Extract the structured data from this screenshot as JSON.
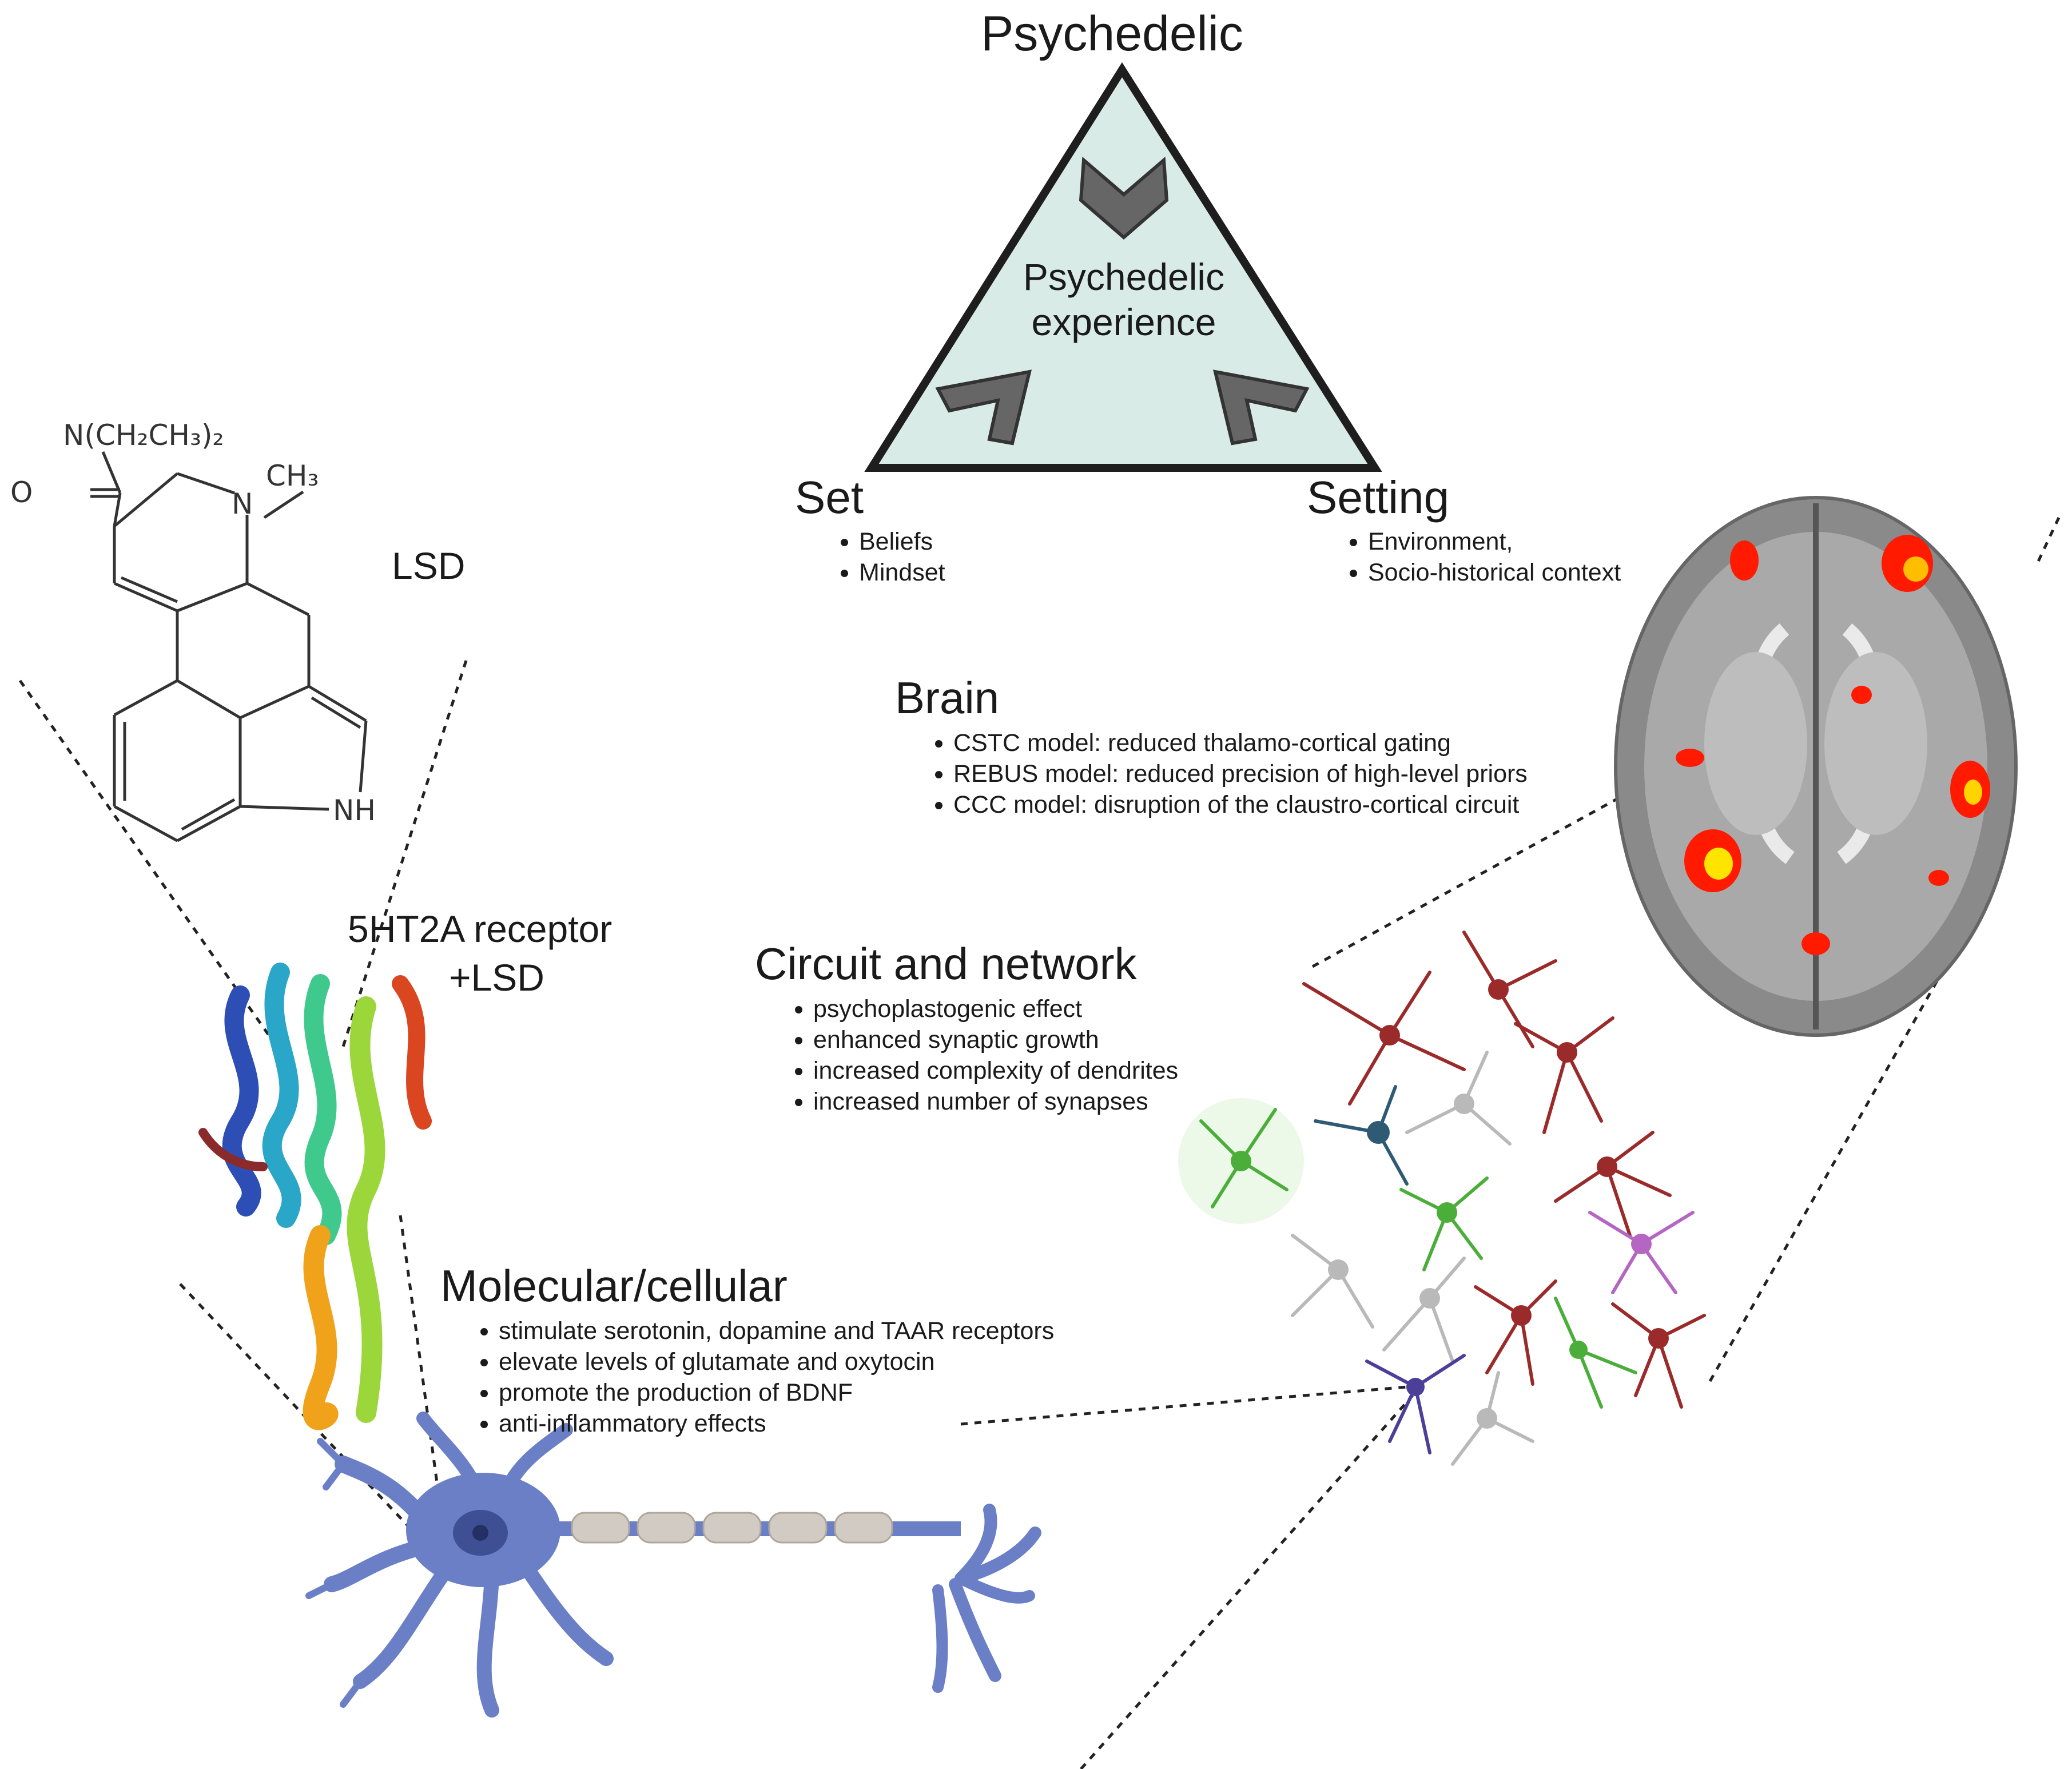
{
  "triangle": {
    "top_label": "Psychedelic",
    "center_line1": "Psychedelic",
    "center_line2": "experience",
    "fill": "#d8ebe6"
  },
  "set": {
    "title": "Set",
    "items": [
      "Beliefs",
      "Mindset"
    ]
  },
  "setting": {
    "title": "Setting",
    "items": [
      "Environment,",
      "Socio-historical context"
    ]
  },
  "brain": {
    "title": "Brain",
    "items": [
      "CSTC model: reduced thalamo-cortical gating",
      "REBUS model: reduced precision of high-level priors",
      "CCC model: disruption of the claustro-cortical circuit"
    ]
  },
  "circuit": {
    "title": "Circuit and network",
    "items": [
      "psychoplastogenic effect",
      "enhanced synaptic growth",
      "increased  complexity of dendrites",
      "increased number of synapses"
    ]
  },
  "molecular": {
    "title": "Molecular/cellular",
    "items": [
      "stimulate serotonin, dopamine and TAAR receptors",
      "elevate levels of glutamate and oxytocin",
      "promote the production of BDNF",
      "anti-inflammatory effects"
    ]
  },
  "lsd": {
    "label": "LSD",
    "amide_group": "N(CH₂CH₃)₂",
    "oxygen": "O",
    "n_methyl": "N",
    "methyl": "CH₃",
    "indole_nh": "NH"
  },
  "receptor": {
    "line1": "5HT2A receptor",
    "line2": "+LSD"
  },
  "colors": {
    "neuron_blue": "#6a7fc6",
    "axon_myelin": "#cfc8c0",
    "brain_gray": "#8f8f8f",
    "activation_red": "#ff1a00",
    "activation_yellow": "#ffe400",
    "neuron_red": "#9b2b2b",
    "neuron_green": "#4cae3a",
    "neuron_gray": "#b9b9b9",
    "neuron_teal": "#2f5a73",
    "neuron_purple": "#b466c2",
    "neuron_indigo": "#4b3f9a"
  }
}
